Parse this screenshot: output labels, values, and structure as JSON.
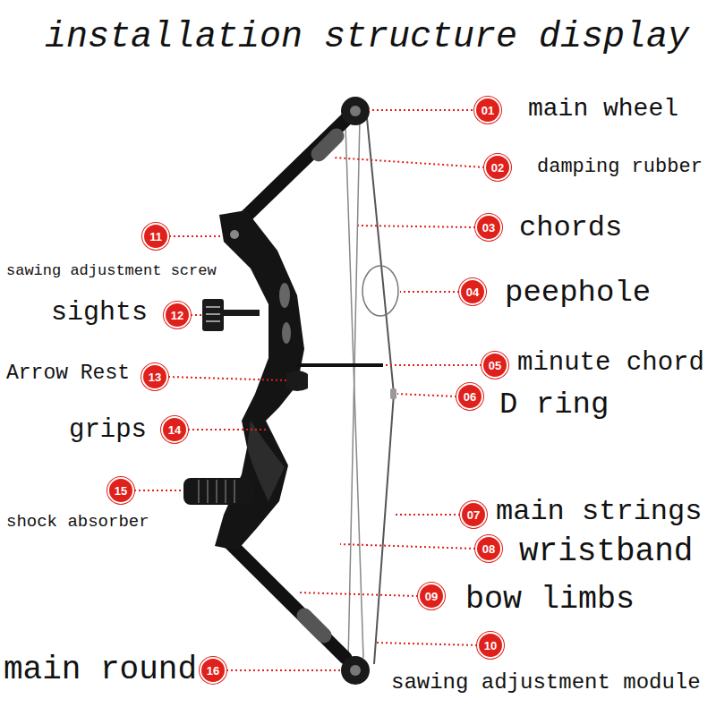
{
  "diagram": {
    "title": "installation structure display",
    "nodes": [
      {
        "text": [
          "01"
        ]
      },
      {
        "text": [
          "02"
        ]
      },
      {
        "text": [
          "03"
        ]
      },
      {
        "text": [
          "04"
        ]
      },
      {
        "text": [
          "05"
        ]
      },
      {
        "text": [
          "06"
        ]
      },
      {
        "text": [
          "07"
        ]
      },
      {
        "text": [
          "08"
        ]
      },
      {
        "text": [
          "09"
        ]
      },
      {
        "text": [
          "10"
        ]
      },
      {
        "text": [
          "11"
        ]
      },
      {
        "text": [
          "12"
        ]
      },
      {
        "text": [
          "13"
        ]
      },
      {
        "text": [
          "14"
        ]
      },
      {
        "text": [
          "15"
        ]
      },
      {
        "text": [
          "16"
        ]
      }
    ],
    "labels": [
      "main wheel",
      "damping rubber",
      "chords",
      "peephole",
      "minute chord",
      "D ring",
      "main strings",
      "wristband",
      "bow limbs",
      "sawing adjustment module",
      "sawing adjustment screw",
      "sights",
      "Arrow Rest",
      "grips",
      "shock absorber",
      "main round"
    ]
  }
}
